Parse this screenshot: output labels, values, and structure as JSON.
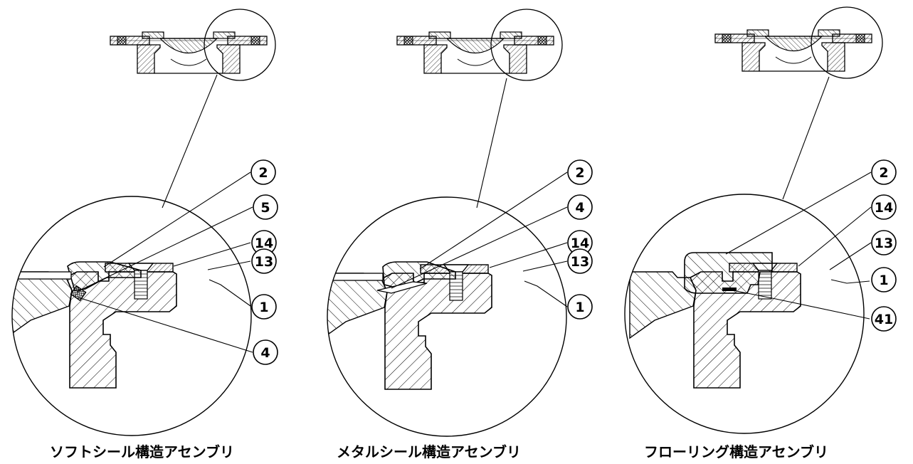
{
  "panels": [
    {
      "id": "soft-seal",
      "caption": "ソフトシール構造アセンブリ",
      "callouts": [
        "2",
        "5",
        "14",
        "13",
        "1",
        "4"
      ]
    },
    {
      "id": "metal-seal",
      "caption": "メタルシール構造アセンブリ",
      "callouts": [
        "2",
        "4",
        "14",
        "13",
        "1"
      ]
    },
    {
      "id": "floating-ring",
      "caption": "フローリング構造アセンブリ",
      "callouts": [
        "2",
        "14",
        "13",
        "1",
        "41"
      ]
    }
  ]
}
